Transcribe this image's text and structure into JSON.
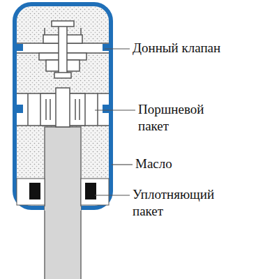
{
  "diagram": {
    "labels": [
      "Донный клапан",
      "Поршневой пакет",
      "Масло",
      "Уплотняющий пакет"
    ]
  }
}
